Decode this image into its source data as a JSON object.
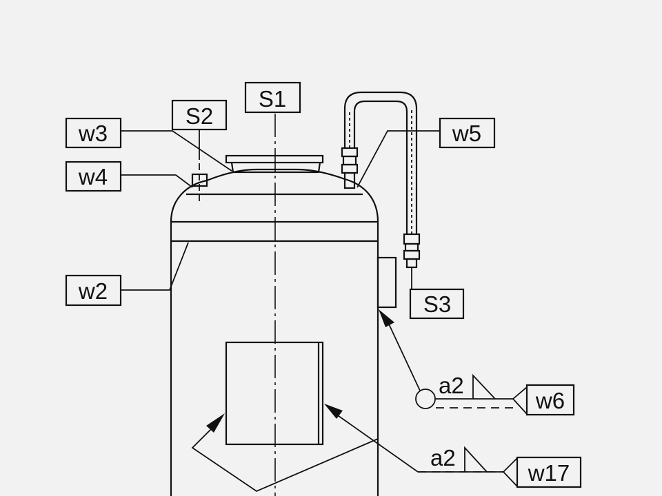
{
  "labels": {
    "s1": "S1",
    "s2": "S2",
    "s3": "S3",
    "w2": "w2",
    "w3": "w3",
    "w4": "w4",
    "w5": "w5",
    "w6": "w6",
    "w17": "w17"
  },
  "weld_symbols": {
    "w6_throat": "a2",
    "w17_throat": "a2"
  }
}
